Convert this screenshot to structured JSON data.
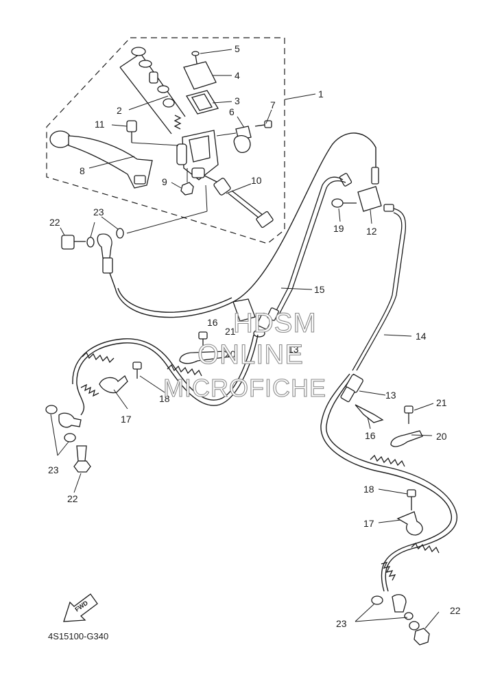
{
  "callouts": {
    "c1": "1",
    "c2": "2",
    "c3": "3",
    "c4": "4",
    "c5": "5",
    "c6": "6",
    "c7": "7",
    "c8": "8",
    "c9": "9",
    "c10": "10",
    "c11": "11",
    "c12": "12",
    "c13a": "13",
    "c13b": "13",
    "c14": "14",
    "c15": "15",
    "c16a": "16",
    "c16b": "16",
    "c17a": "17",
    "c17b": "17",
    "c18a": "18",
    "c18b": "18",
    "c19": "19",
    "c20a": "20",
    "c20b": "20",
    "c21a": "21",
    "c21b": "21",
    "c22a": "22",
    "c22b": "22",
    "c22c": "22",
    "c23a": "23",
    "c23b": "23",
    "c23c": "23"
  },
  "watermark": {
    "line1": "HDSM",
    "line2": "ONLINE",
    "line3": "MICROFICHE"
  },
  "fwd_label": "FWD",
  "diagram_code": "4S15100-G340"
}
